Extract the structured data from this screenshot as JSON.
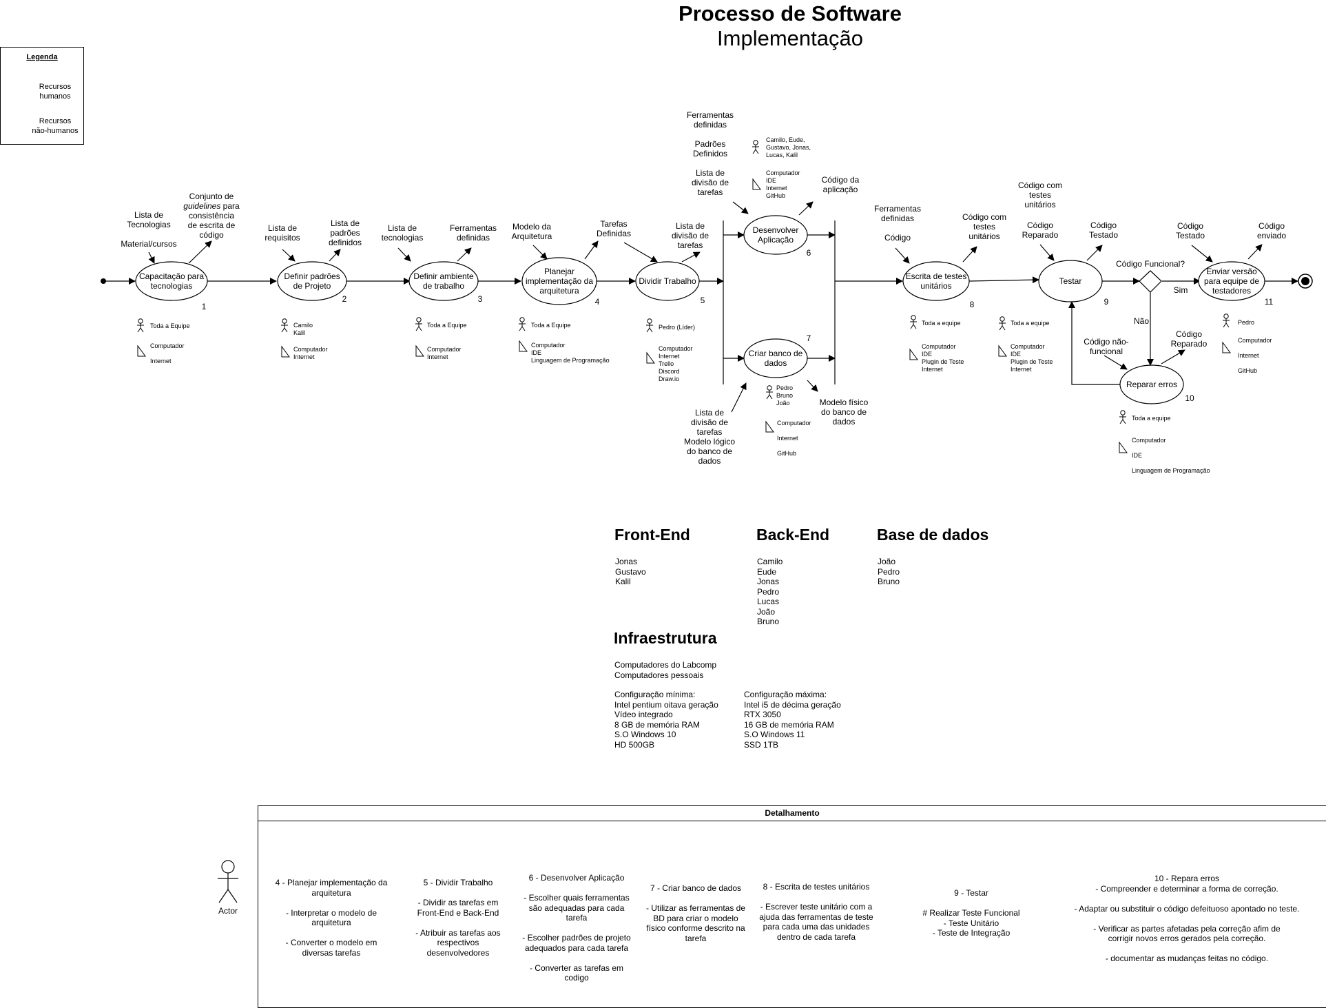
{
  "title": "Processo de Software",
  "subtitle": "Implementação",
  "legend": {
    "title": "Legenda",
    "human": "Recursos\nhumanos",
    "nonhuman": "Recursos\nnão-humanos"
  },
  "nodes": [
    {
      "label": "Capacitação para\ntecnologias",
      "num": "1"
    },
    {
      "label": "Definir padrões\nde Projeto",
      "num": "2"
    },
    {
      "label": "Definir ambiente\nde trabalho",
      "num": "3"
    },
    {
      "label": "Planejar\nimplementação da\narquitetura",
      "num": "4"
    },
    {
      "label": "Dividir Trabalho",
      "num": "5"
    },
    {
      "label": "Desenvolver\nAplicação",
      "num": "6"
    },
    {
      "label": "Criar banco de\ndados",
      "num": "7"
    },
    {
      "label": "Escrita de testes\nunitários",
      "num": "8"
    },
    {
      "label": "Testar",
      "num": "9"
    },
    {
      "label": "Reparar erros",
      "num": "10"
    },
    {
      "label": "Enviar versão\npara equipe de\ntestadores",
      "num": "11"
    }
  ],
  "inputs": {
    "n1": "Lista de\nTecnologias\n\nMaterial/cursos",
    "n1_out": "Conjunto de\nguidelines para\nconsistência\nde escrita de\ncódigo",
    "n2_in": "Lista de\nrequisitos",
    "n2_out": "Lista de\npadrões\ndefinidos",
    "n3_in": "Lista de\ntecnologias",
    "n3_out": "Ferramentas\ndefinidas",
    "n4_in": "Modelo da\nArquitetura",
    "n4_out": "Tarefas\nDefinidas",
    "n5_out": "Lista de\ndivisão de\ntarefas",
    "n6_in": "Ferramentas\ndefinidas\n\nPadrões\nDefinidos\n\nLista de\ndivisão de\ntarefas",
    "n6_out": "Código da\naplicação",
    "n7_in": "Lista de\ndivisão de\ntarefas\nModelo lógico\ndo banco de\ndados",
    "n7_out": "Modelo físico\ndo banco de\ndados",
    "n8_in": "Ferramentas\ndefinidas\n\nCódigo",
    "n8_out": "Código com\ntestes\nunitários",
    "n9_in_a": "Código com\ntestes\nunitários",
    "n9_in_b": "Código\nReparado",
    "n9_out": "Código\nTestado",
    "decision": "Código Funcional?",
    "sim": "Sim",
    "nao": "Não",
    "n10_in": "Código não-\nfuncional",
    "n10_out": "Código\nReparado",
    "n11_in": "Código\nTestado",
    "n11_out": "Código\nenviado"
  },
  "resources": {
    "r1_h": "Toda a Equipe",
    "r1_n": "Computador\n\nInternet",
    "r2_h": "Camilo\nKalil",
    "r2_n": "Computador\nInternet",
    "r3_h": "Toda a Equipe",
    "r3_n": "Computador\nInternet",
    "r4_h": "Toda a Equipe",
    "r4_n": "Computador\nIDE\nLinguagem de Programação",
    "r5_h": "Pedro (Líder)",
    "r5_n": "Computador\nInternet\nTrello\nDiscord\nDraw.io",
    "r6_h": "Camilo, Eude,\nGustavo, Jonas,\nLucas, Kalil",
    "r6_n": "Computador\nIDE\nInternet\nGitHub",
    "r7_h": "Pedro\nBruno\nJoão",
    "r7_n": "Computador\n\nInternet\n\nGitHub",
    "r8_h": "Toda a equipe",
    "r8_n": "Computador\nIDE\nPlugin de Teste\nInternet",
    "r9_h": "Toda a equipe",
    "r9_n": "Computador\nIDE\nPlugin de Teste\nInternet",
    "r10_h": "Toda a equipe",
    "r10_n": "Computador\n\nIDE\n\nLinguagem de Programação",
    "r11_h": "Pedro",
    "r11_n": "Computador\n\nInternet\n\nGitHub"
  },
  "teams": {
    "front_title": "Front-End",
    "front_members": "Jonas\nGustavo\nKalil",
    "back_title": "Back-End",
    "back_members": "Camilo\nEude\nJonas\nPedro\nLucas\nJoão\nBruno",
    "db_title": "Base de dados",
    "db_members": "João\nPedro\nBruno",
    "infra_title": "Infraestrutura",
    "infra_text": "Computadores do Labcomp\nComputadores pessoais",
    "min_config": "Configuração mínima:\nIntel pentium oitava geração\nVídeo integrado\n8 GB de memória RAM\nS.O Windows 10\nHD 500GB",
    "max_config": "Configuração máxima:\nIntel i5 de décima geração\nRTX 3050\n16 GB de memória RAM\nS.O Windows 11\nSSD 1TB"
  },
  "detail": {
    "header": "Detalhamento",
    "actor": "Actor",
    "d4": "4 - Planejar implementação da\narquitetura\n\n- Interpretar o modelo de\narquitetura\n\n- Converter o modelo em\ndiversas tarefas",
    "d5": "5 - Dividir Trabalho\n\n- Dividir as tarefas em\nFront-End e Back-End\n\n- Atribuir as tarefas aos\nrespectivos\ndesenvolvedores",
    "d6": "6 - Desenvolver Aplicação\n\n- Escolher quais ferramentas\nsão adequadas para cada\ntarefa\n\n- Escolher padrões de projeto\nadequados para cada tarefa\n\n- Converter as tarefas em\ncodigo",
    "d7": "7 - Criar banco de dados\n\n- Utilizar as ferramentas de\nBD para criar o modelo\nfísico conforme descrito na\ntarefa",
    "d8": "8 - Escrita de testes unitários\n\n- Escrever teste unitário com a\najuda das ferramentas de teste\npara cada uma das unidades\ndentro de cada tarefa",
    "d9": "9 - Testar\n\n# Realizar Teste Funcional\n- Teste Unitário\n- Teste de Integração",
    "d10": "10 - Repara erros\n- Compreender e determinar a forma de correção.\n\n- Adaptar ou substituir o código defeituoso apontado no teste.\n\n- Verificar as partes afetadas pela correção afim de\ncorrigir novos erros gerados pela correção.\n\n- documentar as mudanças feitas no código."
  }
}
